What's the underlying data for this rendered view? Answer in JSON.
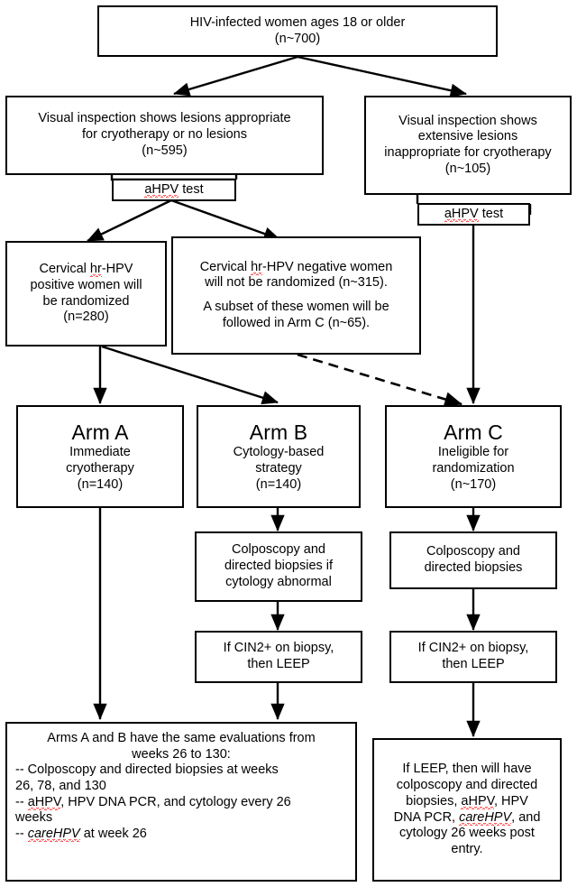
{
  "diagram": {
    "title": "HIV cervical cancer screening trial flowchart",
    "accent_color": "#000000",
    "spellcheck_underline_color": "#ff0000",
    "background": "#ffffff"
  },
  "nodes": {
    "enrollment": {
      "name": "enrollment-box",
      "lines": [
        "HIV-infected women ages 18 or older",
        "(n~700)"
      ]
    },
    "visual_appropriate": {
      "name": "visual-inspection-appropriate-box",
      "lines": [
        "Visual inspection shows lesions appropriate",
        "for cryotherapy or no lesions",
        "(n~595)"
      ]
    },
    "visual_extensive": {
      "name": "visual-inspection-extensive-box",
      "lines": [
        "Visual inspection shows",
        "extensive lesions",
        "inappropriate for cryotherapy",
        "(n~105)"
      ]
    },
    "ahpv_test_left": {
      "name": "ahpv-test-label-left",
      "text_misspelled": "aHPV",
      "text_rest": " test"
    },
    "ahpv_test_right": {
      "name": "ahpv-test-label-right",
      "text_misspelled": "aHPV",
      "text_rest": " test"
    },
    "hrhpv_positive": {
      "name": "hrhpv-positive-box",
      "line1_pre": "Cervical ",
      "line1_mis": "hr",
      "line1_post": "-HPV",
      "lines_rest": [
        "positive women will",
        "be randomized",
        "(n=280)"
      ]
    },
    "hrhpv_negative": {
      "name": "hrhpv-negative-box",
      "line1_pre": "Cervical ",
      "line1_mis": "hr",
      "line1_post": "-HPV negative women",
      "lines_rest": [
        "will not be randomized (n~315).",
        "",
        "A subset of these women will be",
        "followed in Arm C (n~65)."
      ]
    },
    "arm_a": {
      "name": "arm-a-box",
      "title": "Arm A",
      "lines": [
        "Immediate",
        "cryotherapy",
        "(n=140)"
      ]
    },
    "arm_b": {
      "name": "arm-b-box",
      "title": "Arm B",
      "lines": [
        "Cytology-based",
        "strategy",
        "(n=140)"
      ]
    },
    "arm_c": {
      "name": "arm-c-box",
      "title": "Arm C",
      "lines": [
        "Ineligible for",
        "randomization",
        "(n~170)"
      ]
    },
    "colpo_b": {
      "name": "colposcopy-conditional-box",
      "lines": [
        "Colposcopy and",
        "directed biopsies if",
        "cytology abnormal"
      ]
    },
    "colpo_c": {
      "name": "colposcopy-box",
      "lines": [
        "Colposcopy and",
        "directed biopsies"
      ]
    },
    "cin2_b": {
      "name": "cin2-leep-box-b",
      "lines": [
        "If CIN2+ on biopsy,",
        "then LEEP"
      ]
    },
    "cin2_c": {
      "name": "cin2-leep-box-c",
      "lines": [
        "If CIN2+ on biopsy,",
        "then LEEP"
      ]
    },
    "followup_ab": {
      "name": "followup-arms-ab-box",
      "l1": "Arms A and B have the same evaluations from",
      "l2": "weeks 26 to 130:",
      "l3": "-- Colposcopy and directed biopsies at weeks",
      "l4": "26, 78, and 130",
      "l5_pre": "-- ",
      "l5_mis": "aHPV",
      "l5_post": ", HPV DNA PCR, and cytology every 26",
      "l6": "weeks",
      "l7_pre": "-- ",
      "l7_mis": "careHPV",
      "l7_post": " at week 26"
    },
    "followup_c": {
      "name": "followup-arm-c-box",
      "l1": "If LEEP, then will have",
      "l2": "colposcopy and directed",
      "l3_pre": "biopsies, ",
      "l3_mis": "aHPV",
      "l3_post": ", HPV",
      "l4_pre": "DNA PCR, ",
      "l4_mis": "careHPV",
      "l4_post": ", and",
      "l5": "cytology 26 weeks post",
      "l6": "entry."
    }
  },
  "edges": [
    {
      "name": "edge-enrollment-to-appropriate",
      "style": "solid"
    },
    {
      "name": "edge-enrollment-to-extensive",
      "style": "solid"
    },
    {
      "name": "edge-appropriate-to-ahpv-left",
      "style": "solid"
    },
    {
      "name": "edge-extensive-to-ahpv-right",
      "style": "solid"
    },
    {
      "name": "edge-ahpv-left-to-hrhpv-positive",
      "style": "solid"
    },
    {
      "name": "edge-ahpv-left-to-hrhpv-negative",
      "style": "solid"
    },
    {
      "name": "edge-ahpv-right-to-arm-c",
      "style": "solid"
    },
    {
      "name": "edge-hrhpv-positive-to-arm-a",
      "style": "solid"
    },
    {
      "name": "edge-hrhpv-positive-to-arm-b",
      "style": "solid"
    },
    {
      "name": "edge-hrhpv-negative-to-arm-c",
      "style": "dashed"
    },
    {
      "name": "edge-arm-a-to-followup-ab",
      "style": "solid"
    },
    {
      "name": "edge-arm-b-to-colposcopy-conditional",
      "style": "solid"
    },
    {
      "name": "edge-colposcopy-conditional-to-cin2-b",
      "style": "solid"
    },
    {
      "name": "edge-cin2-b-to-followup-ab",
      "style": "solid"
    },
    {
      "name": "edge-arm-c-to-colposcopy",
      "style": "solid"
    },
    {
      "name": "edge-colposcopy-to-cin2-c",
      "style": "solid"
    },
    {
      "name": "edge-cin2-c-to-followup-c",
      "style": "solid"
    }
  ]
}
